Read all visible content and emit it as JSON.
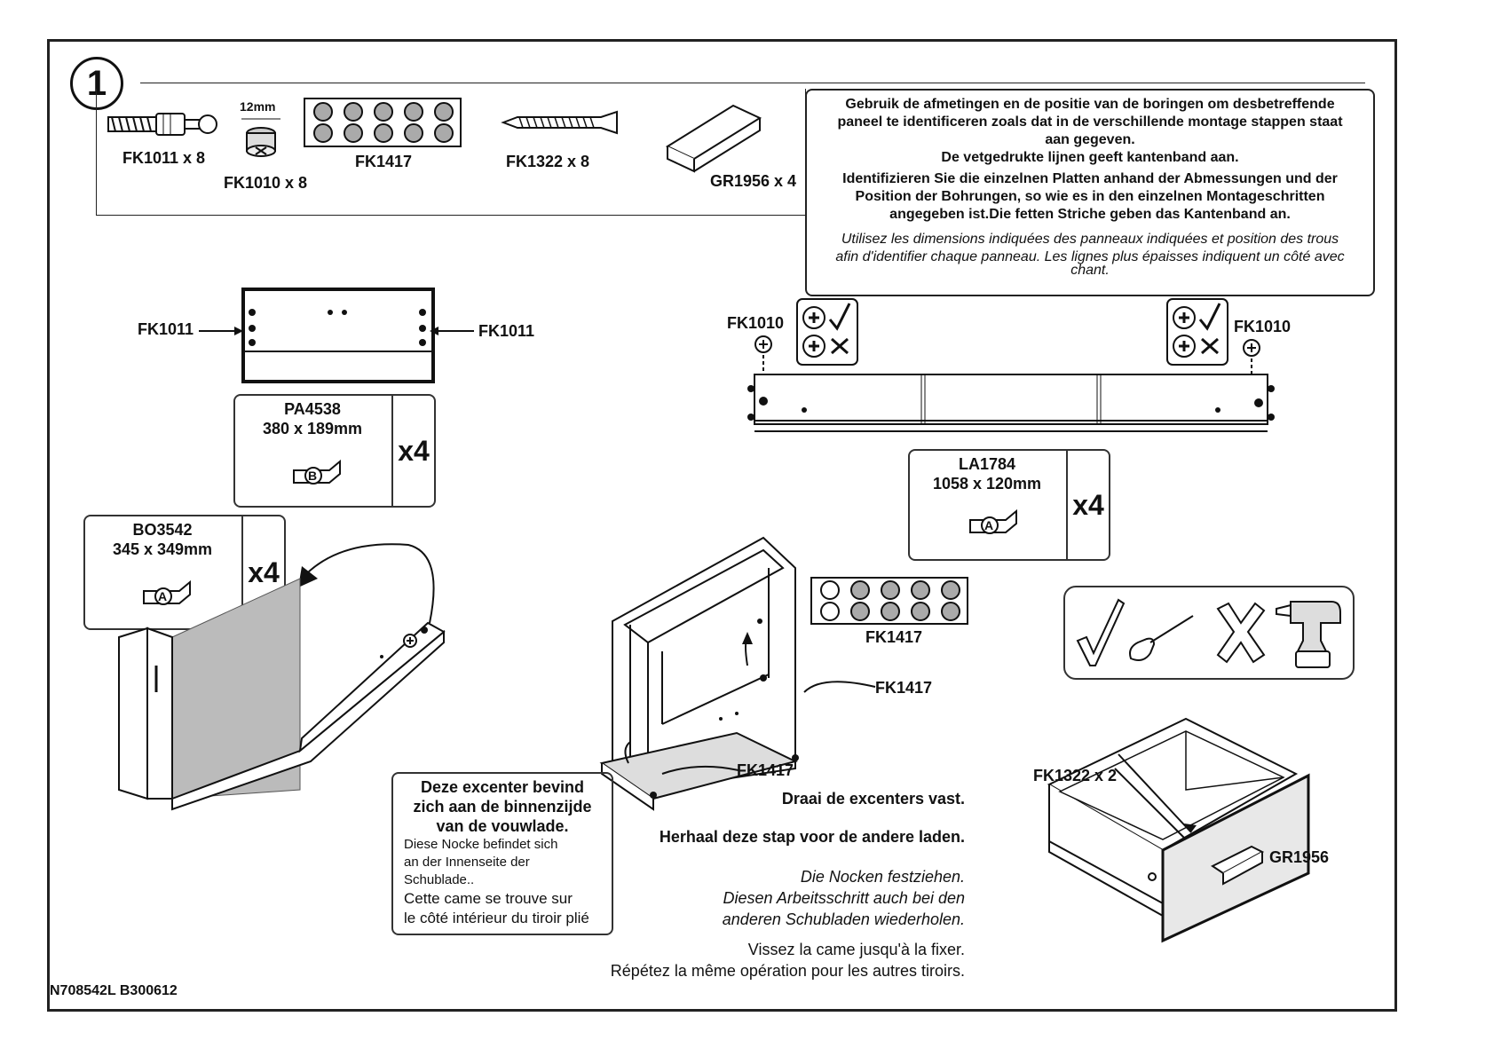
{
  "step": {
    "number": "1"
  },
  "hardware": {
    "items": [
      {
        "code": "FK1011 x 8"
      },
      {
        "code": "FK1010 x 8",
        "dimension": "12mm"
      },
      {
        "code": "FK1417"
      },
      {
        "code": "FK1322 x 8"
      },
      {
        "code": "GR1956 x 4"
      }
    ]
  },
  "info": {
    "nl": [
      "Gebruik de afmetingen en de positie van de boringen om desbetreffende",
      "paneel te identificeren zoals dat in de verschillende montage stappen staat",
      "aan gegeven.",
      "De vetgedrukte lijnen geeft kantenband aan."
    ],
    "de": [
      "Identifizieren Sie die einzelnen Platten anhand der Abmessungen und der",
      "Position der Bohrungen, so wie es in den einzelnen Montageschritten",
      "angegeben ist.Die fetten Striche geben das Kantenband an."
    ],
    "fr": [
      "Utilisez les dimensions indiquées des panneaux indiquées et position des trous",
      "afin d'identifier chaque panneau. Les lignes plus épaisses indiquent un côté avec",
      "chant."
    ]
  },
  "panels": {
    "pa": {
      "code": "PA4538",
      "size": "380 x 189mm",
      "qty": "x4",
      "marker": "B",
      "left_label": "FK1011",
      "right_label": "FK1011"
    },
    "la": {
      "code": "LA1784",
      "size": "1058 x 120mm",
      "qty": "x4",
      "marker": "A",
      "left_label": "FK1010",
      "right_label": "FK1010"
    },
    "bo": {
      "code": "BO3542",
      "size": "345 x 349mm",
      "qty": "x4",
      "marker": "A"
    }
  },
  "assembly": {
    "fk1417_a": "FK1417",
    "fk1417_b": "FK1417",
    "fk1417_c": "FK1417",
    "fk1322": "FK1322 x 2",
    "gr1956": "GR1956"
  },
  "note": {
    "nl": [
      "Deze excenter bevind",
      "zich aan de binnenzijde",
      "van de vouwlade."
    ],
    "de": [
      "Diese Nocke befindet sich",
      "an der Innenseite der",
      "Schublade.."
    ],
    "fr": [
      "Cette came se trouve sur",
      "le côté intérieur du tiroir plié"
    ]
  },
  "instructions": {
    "nl": [
      "Draai de excenters vast.",
      "Herhaal deze stap voor de andere laden."
    ],
    "de": [
      "Die Nocken festziehen.",
      "Diesen Arbeitsschritt auch bei den",
      "anderen Schubladen wiederholen."
    ],
    "fr": [
      "Vissez la came jusqu'à la fixer.",
      "Répétez la même opération pour les autres tiroirs."
    ]
  },
  "footer": {
    "code": "N708542L  B300612"
  }
}
